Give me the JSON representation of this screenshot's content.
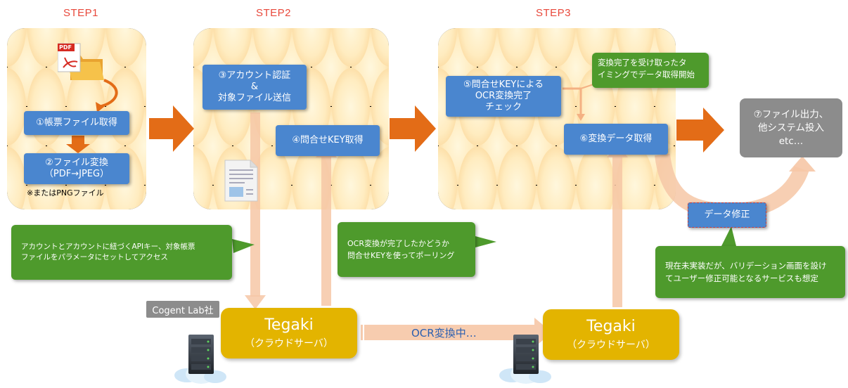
{
  "steps": {
    "step1": "STEP1",
    "step2": "STEP2",
    "step3": "STEP3"
  },
  "step1": {
    "box1": "①帳票ファイル取得",
    "box2": "②ファイル変換\n（PDF→JPEG）",
    "note": "※またはPNGファイル",
    "pdf_badge": "PDF"
  },
  "step2": {
    "box3": "③アカウント認証\n&\n対象ファイル送信",
    "box4": "④問合せKEY取得"
  },
  "step3": {
    "box5": "⑤問合せKEYによる\nOCR変換完了\nチェック",
    "box6": "⑥変換データ取得",
    "callout": "変換完了を受け取ったタ\nイミングでデータ取得開始"
  },
  "output": {
    "box7": "⑦ファイル出力、\n他システム投入\netc…",
    "data_fix": "データ修正",
    "callout": "現在未実装だが、バリデーション画面を設け\nてユーザー修正可能となるサービスも想定"
  },
  "callouts": {
    "api": "アカウントとアカウントに紐づくAPIキー、対象帳票\nファイルをパラメータにセットしてアクセス",
    "polling": "OCR変換が完了したかどうか\n問合せKEYを使ってポーリング"
  },
  "servers": {
    "cogent_label": "Cogent Lab社",
    "server1_title": "Tegaki",
    "server1_sub": "（クラウドサーバ）",
    "server2_title": "Tegaki",
    "server2_sub": "（クラウドサーバ）",
    "ocr_progress": "OCR変換中…"
  },
  "colors": {
    "blue": "#4a86cf",
    "green": "#4e9a2c",
    "gold": "#e3b400",
    "orange_arrow": "#e36c17",
    "step_red": "#e8483b",
    "gray": "#8c8c8c"
  }
}
